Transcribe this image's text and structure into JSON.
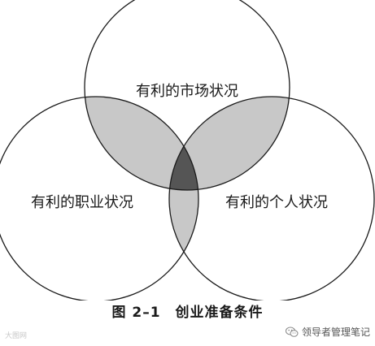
{
  "diagram": {
    "type": "venn",
    "sets": [
      {
        "id": "market",
        "label": "有利的市场状况"
      },
      {
        "id": "career",
        "label": "有利的职业状况"
      },
      {
        "id": "personal",
        "label": "有利的个人状况"
      }
    ],
    "colors": {
      "stroke": "#1a1a1a",
      "pairwise_overlap": "#c8c8c8",
      "triple_overlap": "#555555"
    }
  },
  "caption": {
    "figure_number": "图 2–1",
    "title": "创业准备条件"
  },
  "watermark": {
    "left": "大图网",
    "right": "领导者管理笔记",
    "icon": "wechat-icon"
  }
}
